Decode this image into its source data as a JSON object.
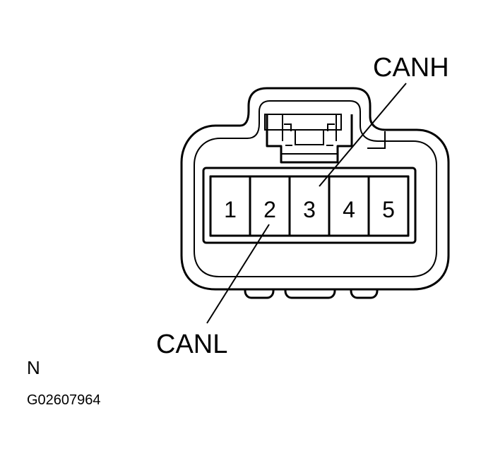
{
  "labels": {
    "canh": "CANH",
    "canl": "CANL",
    "orientation": "N",
    "figure_code": "G02607964"
  },
  "pins": [
    "1",
    "2",
    "3",
    "4",
    "5"
  ]
}
